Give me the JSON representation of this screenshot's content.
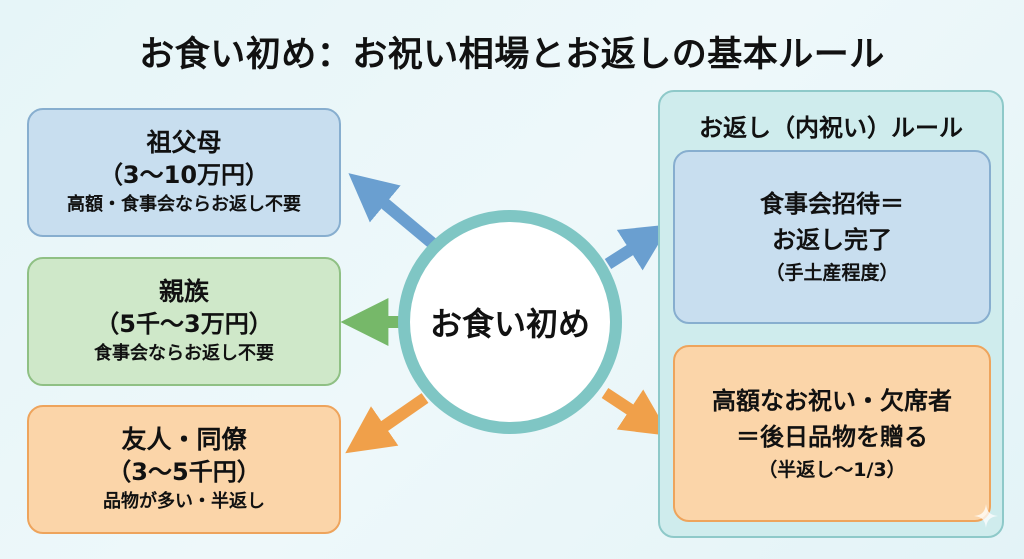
{
  "title": "お食い初め：お祝い相場とお返しの基本ルール",
  "center": {
    "label": "お食い初め"
  },
  "givers": [
    {
      "name": "祖父母",
      "range": "（3〜10万円）",
      "note": "高額・食事会ならお返し不要",
      "color": "#6a9fd0"
    },
    {
      "name": "親族",
      "range": "（5千〜3万円）",
      "note": "食事会ならお返し不要",
      "color": "#76b869"
    },
    {
      "name": "友人・同僚",
      "range": "（3〜5千円）",
      "note": "品物が多い・半返し",
      "color": "#f0a04a"
    }
  ],
  "return_rules": {
    "heading": "お返し（内祝い）ルール",
    "rules": [
      {
        "line1": "食事会招待＝",
        "line2": "お返し完了",
        "sub": "（手土産程度）",
        "color": "#6a9fd0"
      },
      {
        "line1": "高額なお祝い・欠席者",
        "line2": "＝後日品物を贈る",
        "sub": "（半返し〜1/3）",
        "color": "#f0a04a"
      }
    ]
  },
  "colors": {
    "hub_ring": "#7fc6c4",
    "blue": "#6a9fd0",
    "green": "#76b869",
    "orange": "#f0a04a"
  }
}
